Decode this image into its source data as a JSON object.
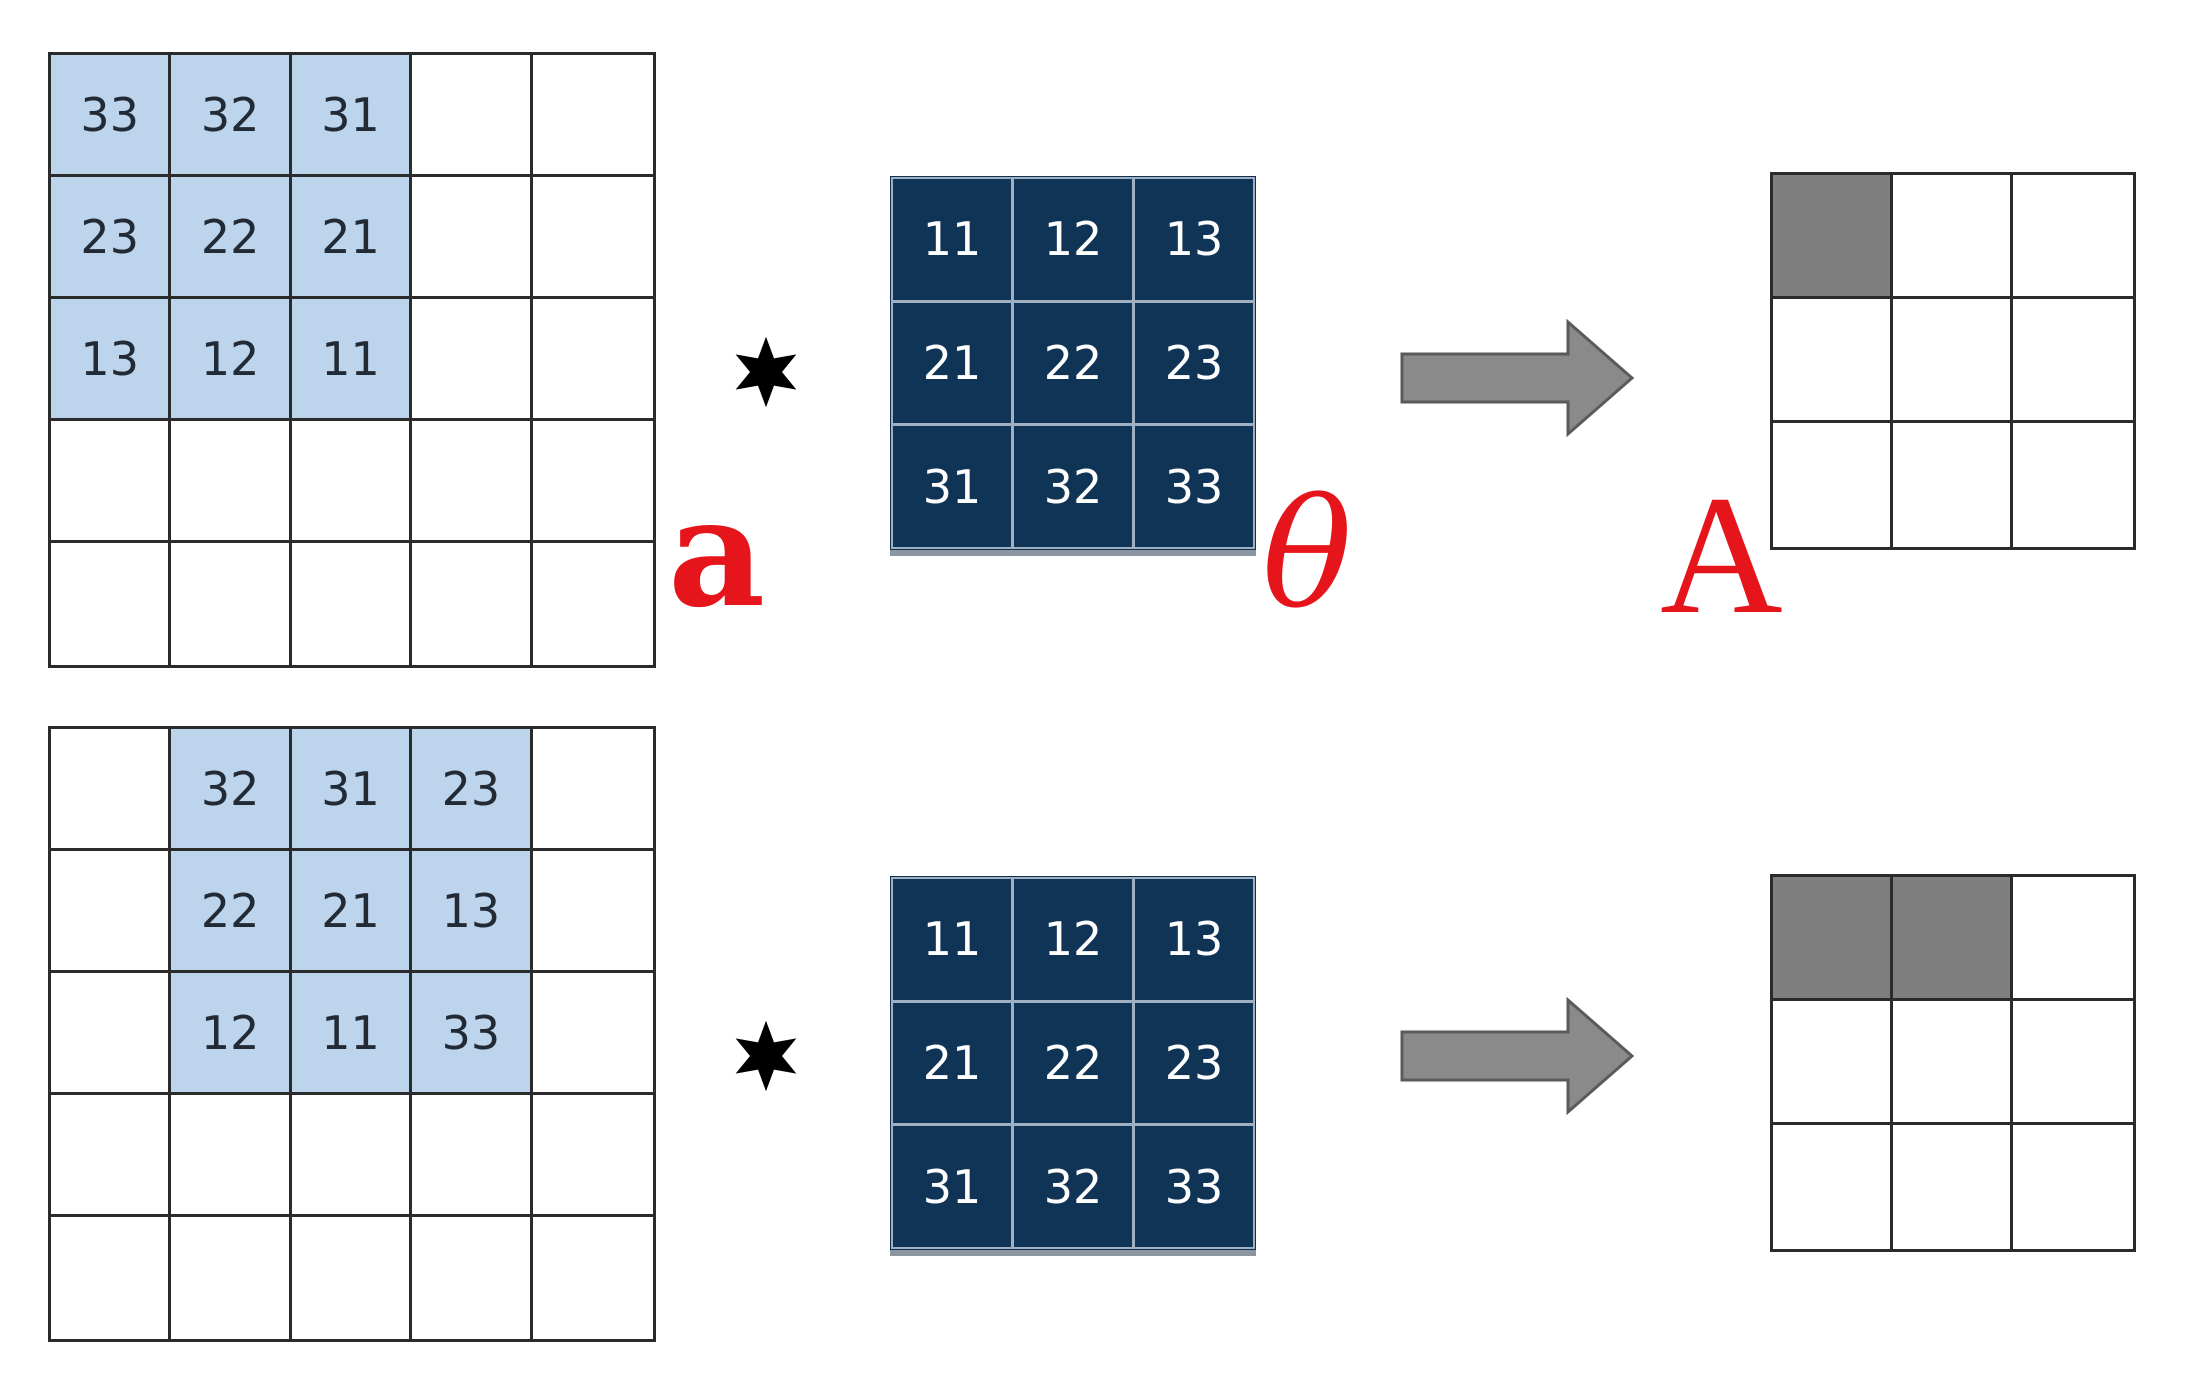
{
  "labels": {
    "input": "a",
    "kernel": "θ",
    "output": "A"
  },
  "operator_icon": "convolution-star-icon",
  "arrow_icon": "right-arrow-icon",
  "colors": {
    "highlight": "#bcd4ec",
    "kernel_bg": "#0f3456",
    "output_fill": "#7f7f7f",
    "label_red": "#e5151b",
    "arrow_gray": "#8a8a8a"
  },
  "top_row": {
    "input_grid": [
      [
        "33",
        "32",
        "31",
        "",
        ""
      ],
      [
        "23",
        "22",
        "21",
        "",
        ""
      ],
      [
        "13",
        "12",
        "11",
        "",
        ""
      ],
      [
        "",
        "",
        "",
        "",
        ""
      ],
      [
        "",
        "",
        "",
        "",
        ""
      ]
    ],
    "kernel_grid": [
      [
        "11",
        "12",
        "13"
      ],
      [
        "21",
        "22",
        "23"
      ],
      [
        "31",
        "32",
        "33"
      ]
    ],
    "output_filled": [
      [
        true,
        false,
        false
      ],
      [
        false,
        false,
        false
      ],
      [
        false,
        false,
        false
      ]
    ]
  },
  "bottom_row": {
    "input_grid": [
      [
        "",
        "32",
        "31",
        "23",
        ""
      ],
      [
        "",
        "22",
        "21",
        "13",
        ""
      ],
      [
        "",
        "12",
        "11",
        "33",
        ""
      ],
      [
        "",
        "",
        "",
        "",
        ""
      ],
      [
        "",
        "",
        "",
        "",
        ""
      ]
    ],
    "kernel_grid": [
      [
        "11",
        "12",
        "13"
      ],
      [
        "21",
        "22",
        "23"
      ],
      [
        "31",
        "32",
        "33"
      ]
    ],
    "output_filled": [
      [
        true,
        true,
        false
      ],
      [
        false,
        false,
        false
      ],
      [
        false,
        false,
        false
      ]
    ]
  }
}
